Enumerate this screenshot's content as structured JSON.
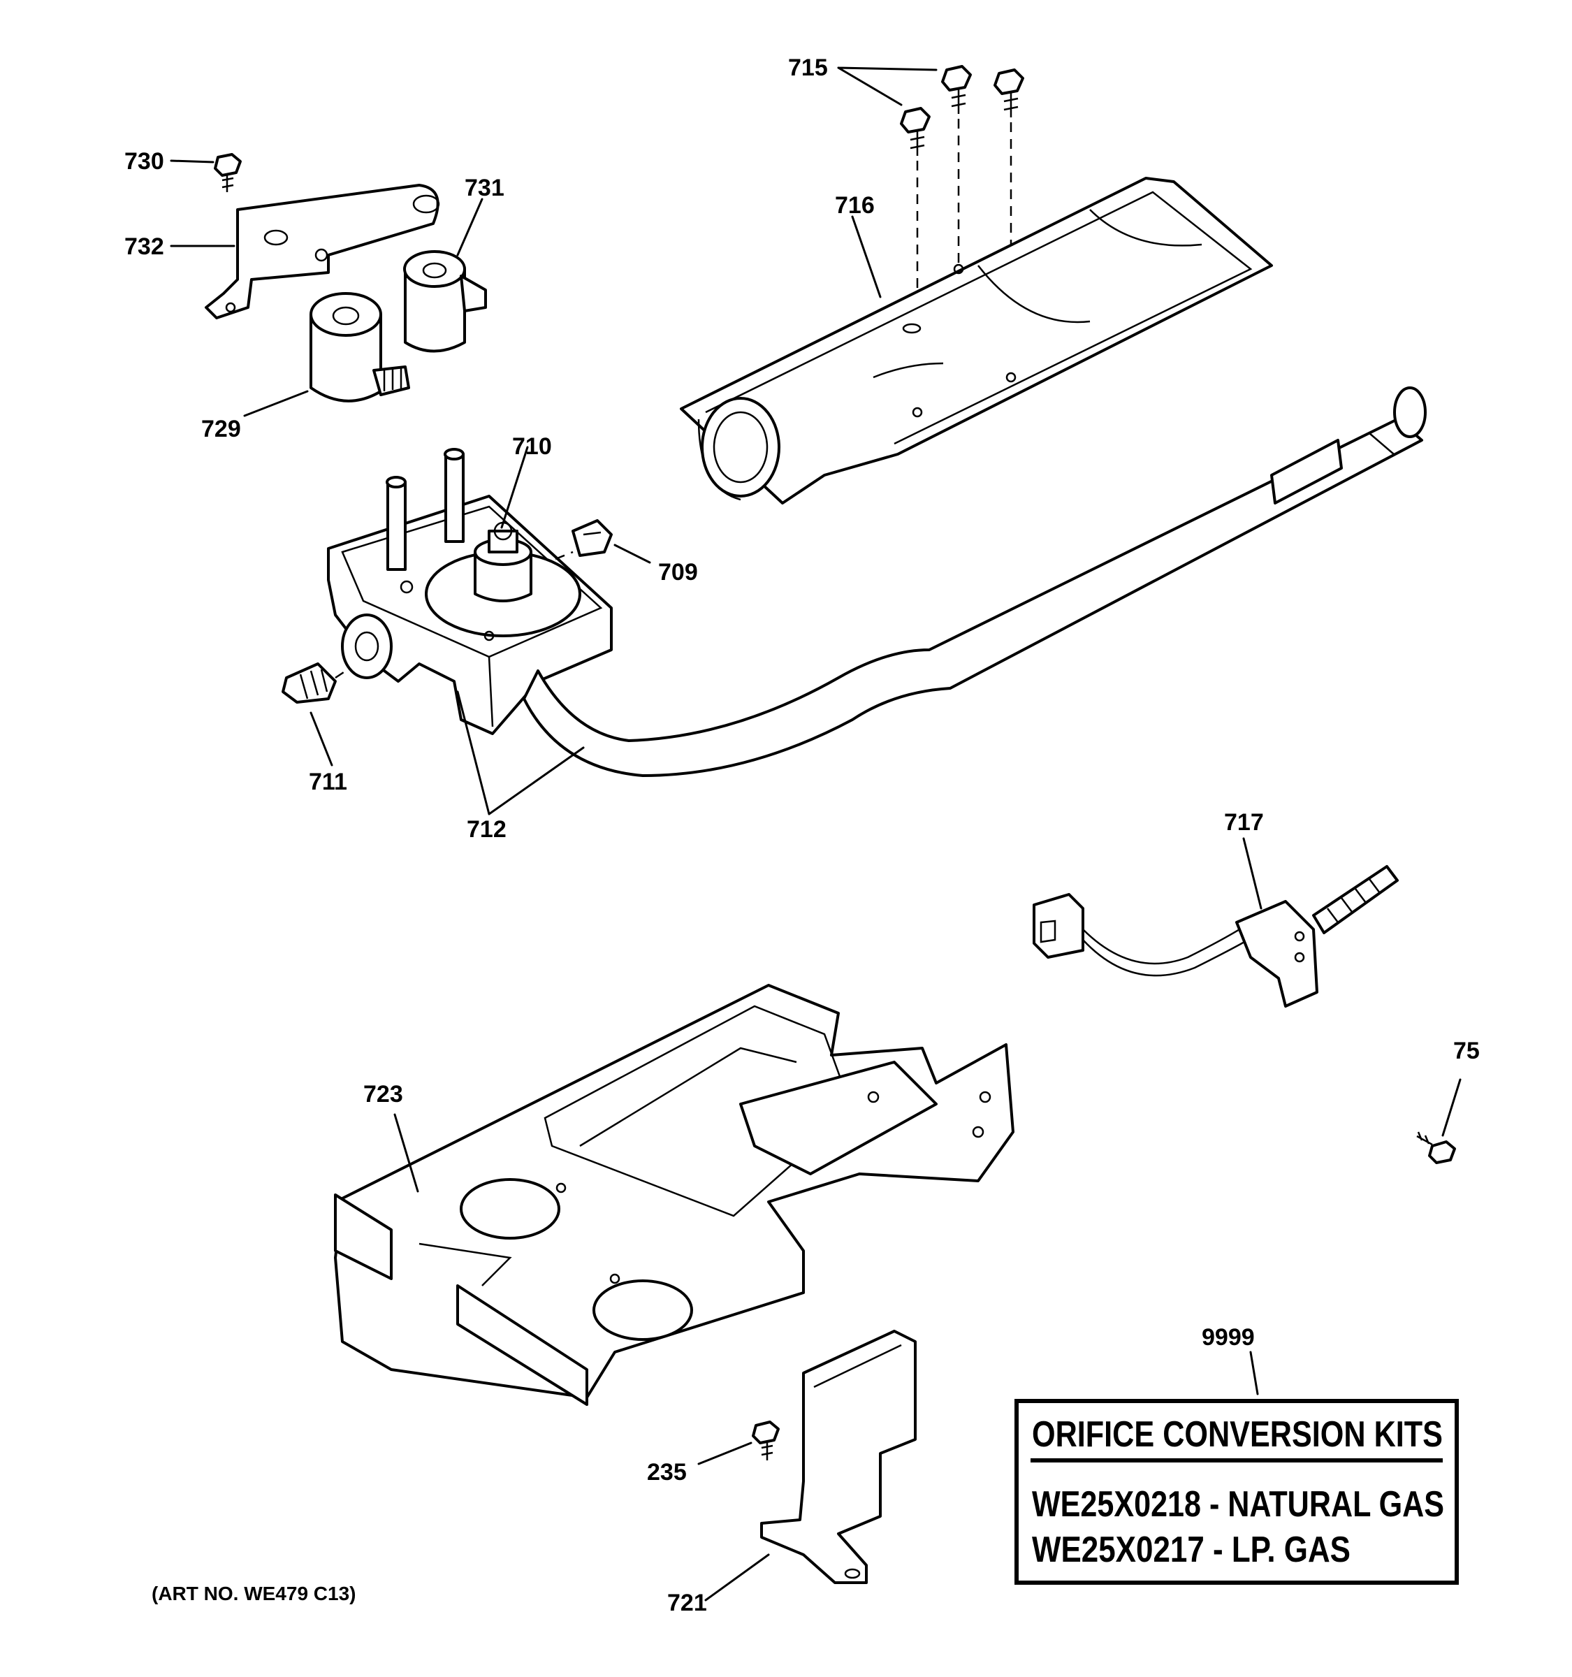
{
  "callouts": {
    "c715": "715",
    "c730": "730",
    "c731": "731",
    "c732": "732",
    "c716": "716",
    "c729": "729",
    "c710": "710",
    "c709": "709",
    "c711": "711",
    "c712": "712",
    "c717": "717",
    "c75": "75",
    "c723": "723",
    "c9999": "9999",
    "c235": "235",
    "c721": "721"
  },
  "kit_box": {
    "title": "ORIFICE CONVERSION KITS",
    "line1": "WE25X0218 - NATURAL GAS",
    "line2": "WE25X0217 - LP. GAS"
  },
  "art_number": "(ART NO. WE479 C13)"
}
